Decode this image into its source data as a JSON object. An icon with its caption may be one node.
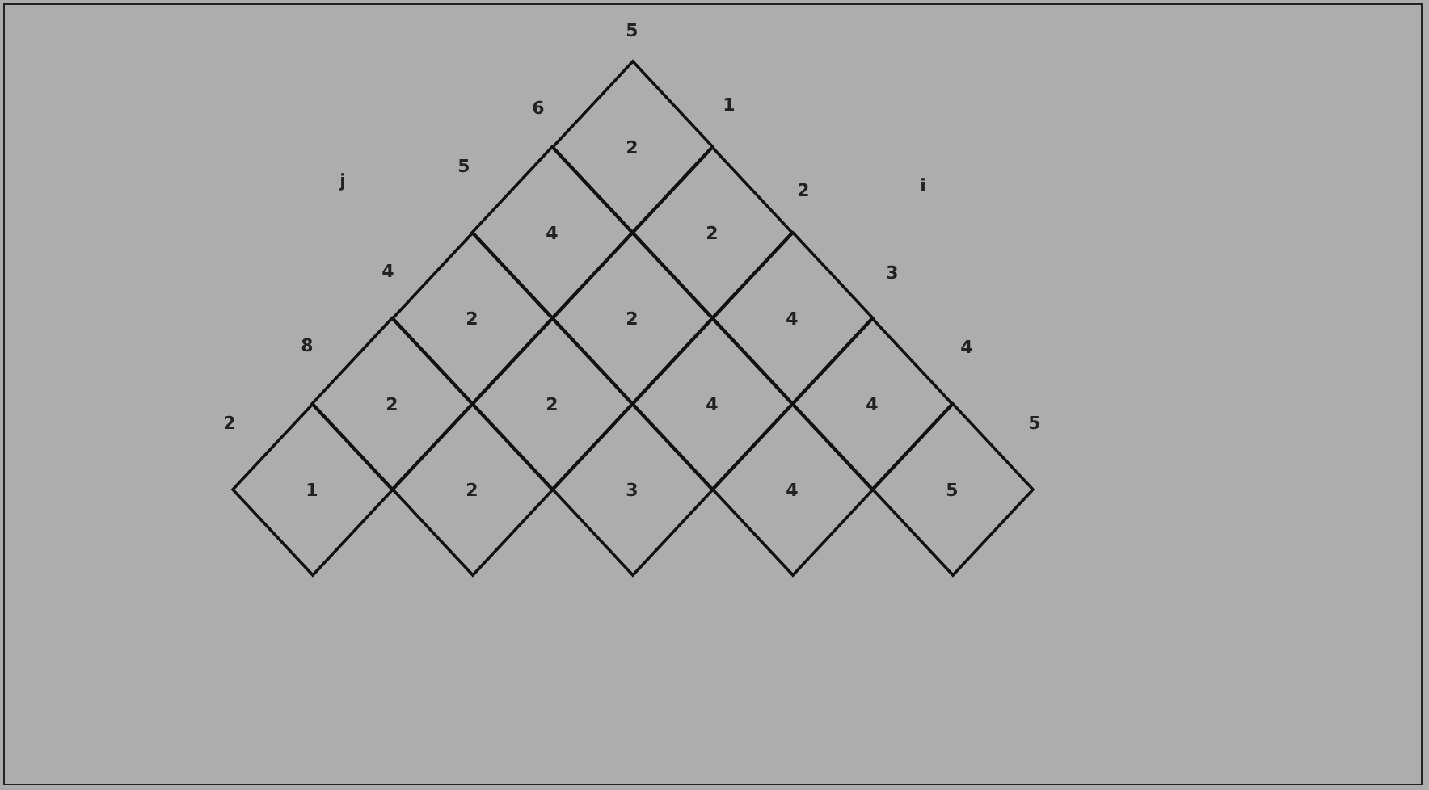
{
  "diagram": {
    "nodes": [
      {
        "text": [
          "2"
        ]
      },
      {
        "text": [
          "4"
        ]
      },
      {
        "text": [
          "2"
        ]
      },
      {
        "text": [
          "2"
        ]
      },
      {
        "text": [
          "2"
        ]
      },
      {
        "text": [
          "4"
        ]
      },
      {
        "text": [
          "2"
        ]
      },
      {
        "text": [
          "2"
        ]
      },
      {
        "text": [
          "4"
        ]
      },
      {
        "text": [
          "4"
        ]
      },
      {
        "text": [
          "1"
        ]
      },
      {
        "text": [
          "2"
        ]
      },
      {
        "text": [
          "3"
        ]
      },
      {
        "text": [
          "4"
        ]
      },
      {
        "text": [
          "5"
        ]
      }
    ],
    "labels": [
      "5",
      "6",
      "1",
      "j",
      "5",
      "2",
      "i",
      "4",
      "3",
      "8",
      "4",
      "2",
      "5"
    ]
  }
}
